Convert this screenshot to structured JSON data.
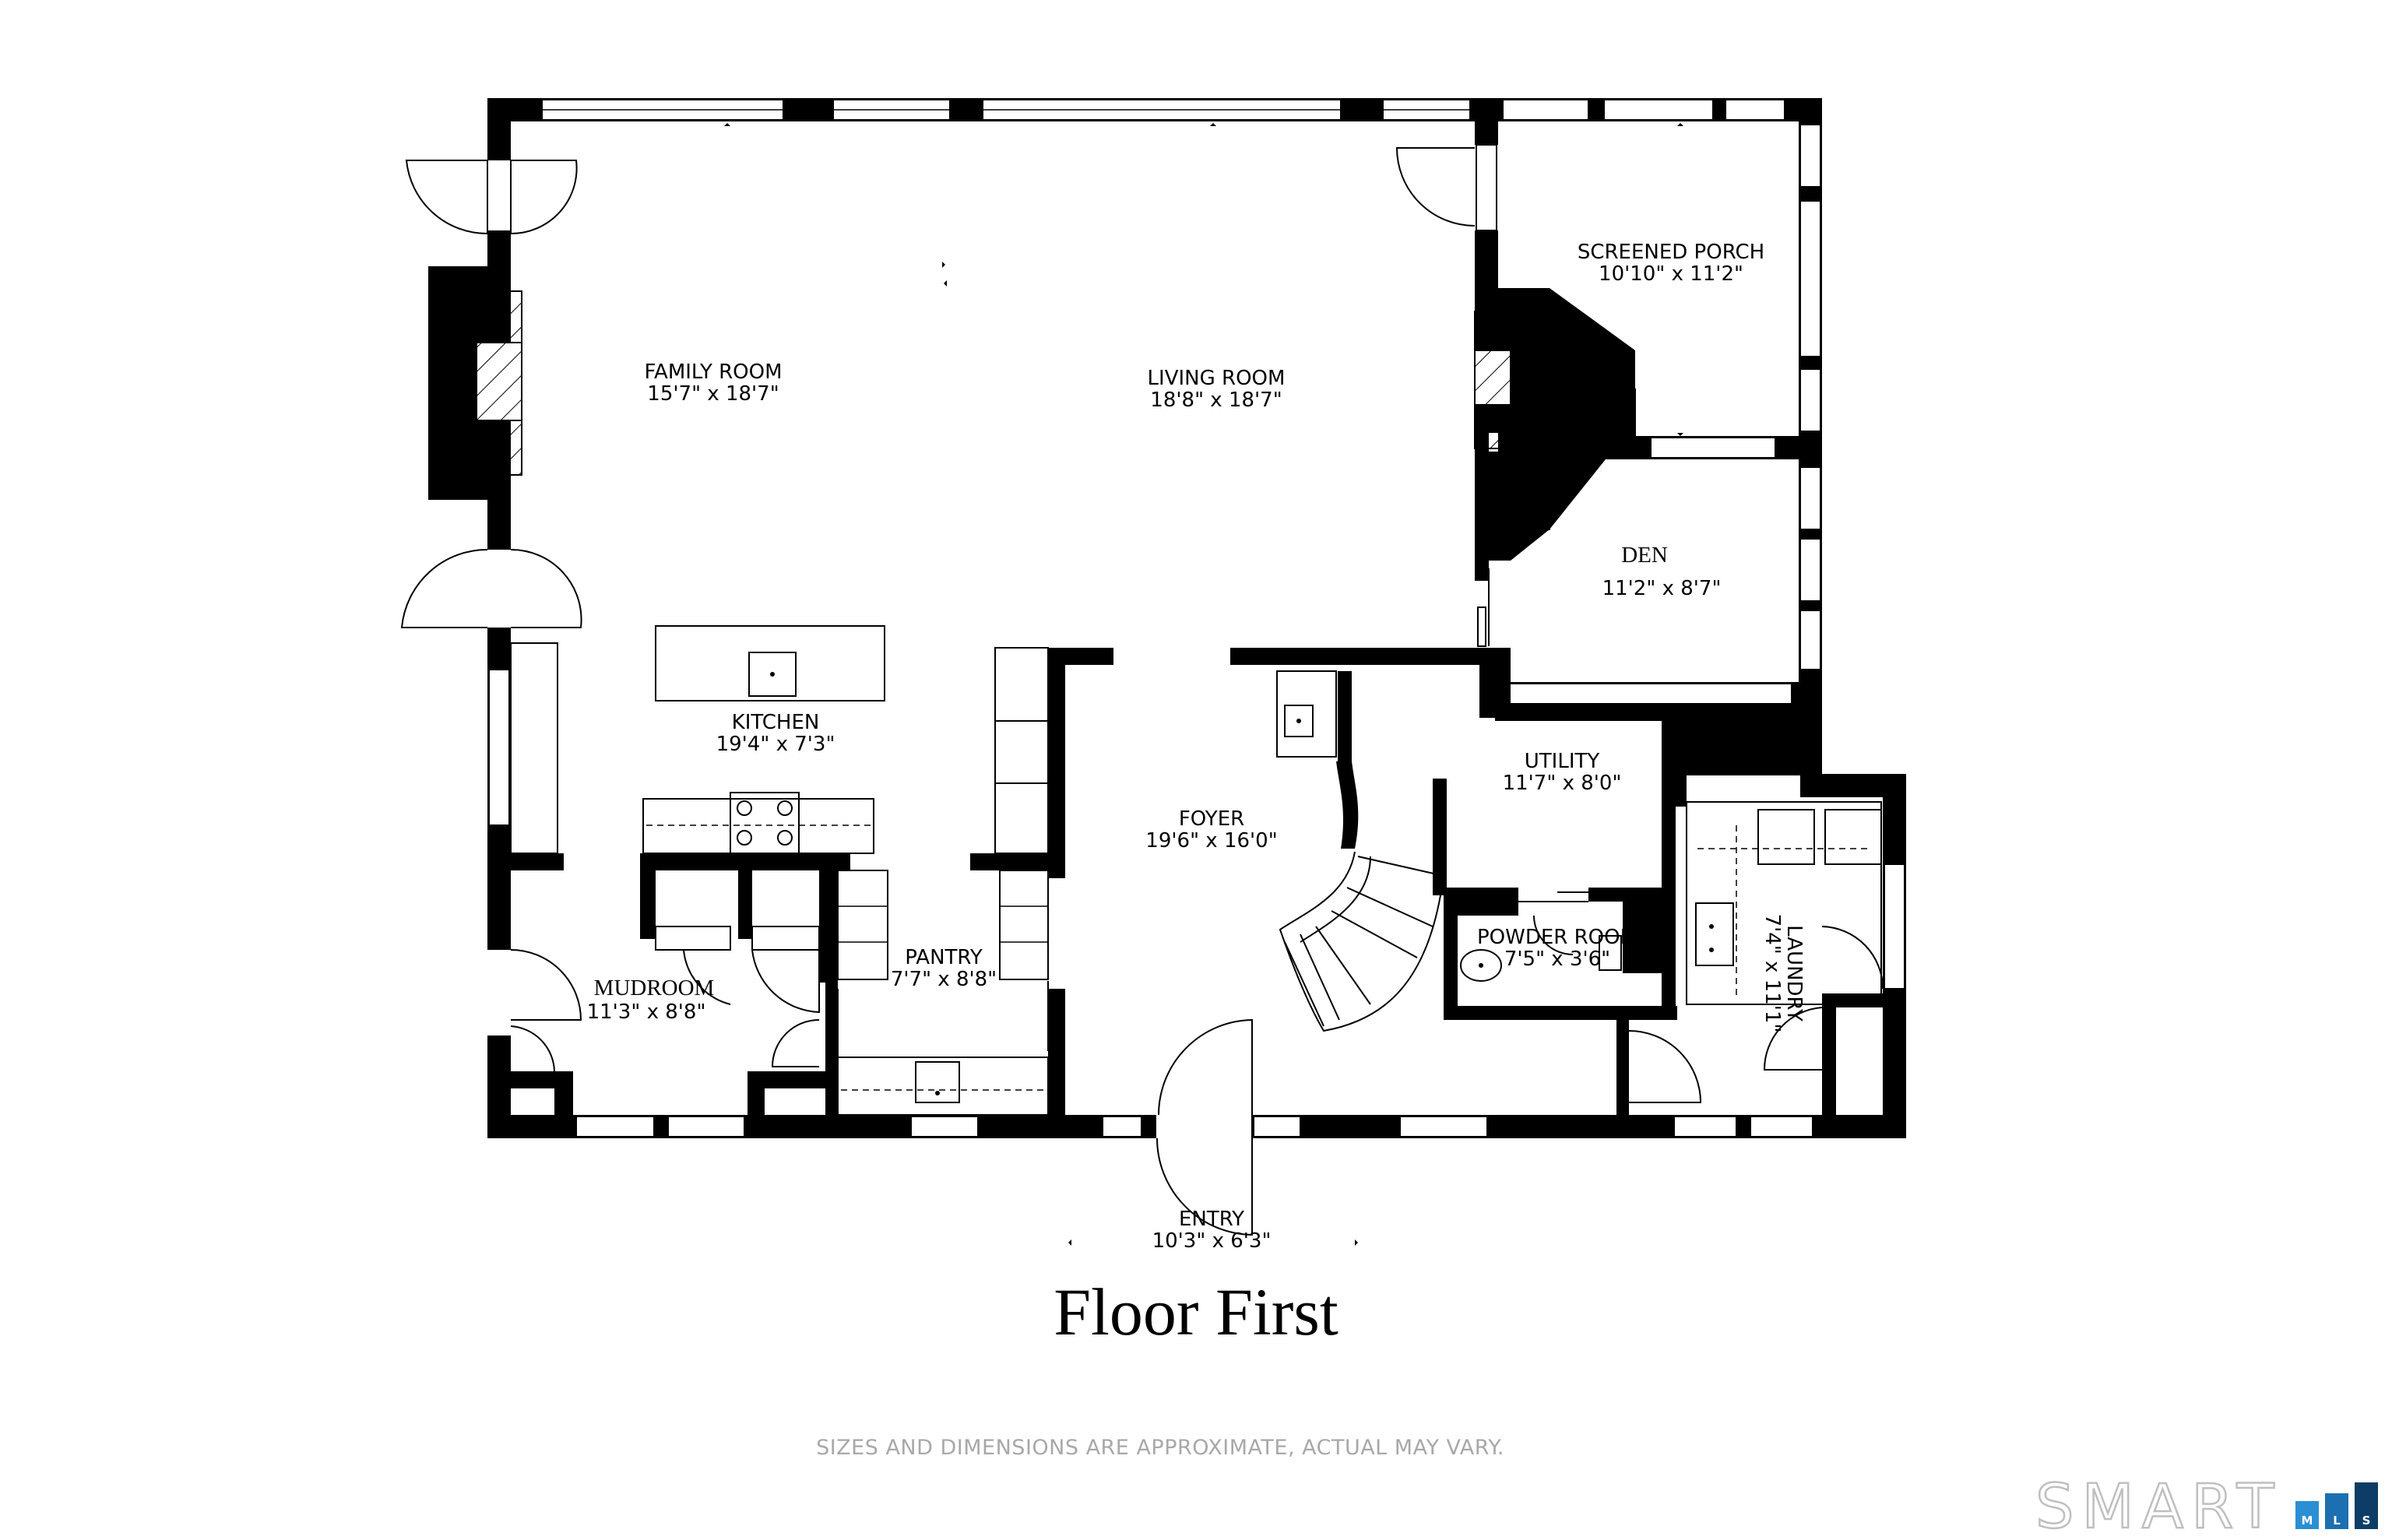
{
  "rooms": {
    "family_room": {
      "name": "FAMILY ROOM",
      "size": "15'7\" x 18'7\""
    },
    "living_room": {
      "name": "LIVING ROOM",
      "size": "18'8\" x 18'7\""
    },
    "screened_porch": {
      "name": "SCREENED PORCH",
      "size": "10'10\" x 11'2\""
    },
    "den": {
      "name": "DEN",
      "size": "11'2\" x 8'7\""
    },
    "kitchen": {
      "name": "KITCHEN",
      "size": "19'4\" x 7'3\""
    },
    "foyer": {
      "name": "FOYER",
      "size": "19'6\" x 16'0\""
    },
    "utility": {
      "name": "UTILITY",
      "size": "11'7\" x 8'0\""
    },
    "powder_room": {
      "name": "POWDER ROOM",
      "size": "7'5\" x 3'6\""
    },
    "laundry": {
      "name": "LAUNDRY",
      "size": "7'4\" x 11'1\""
    },
    "mudroom": {
      "name": "MUDROOM",
      "size": "11'3\" x 8'8\""
    },
    "pantry": {
      "name": "PANTRY",
      "size": "7'7\" x 8'8\""
    },
    "entry": {
      "name": "ENTRY",
      "size": "10'3\" x 6'3\""
    }
  },
  "floor_title": "Floor First",
  "disclaimer": "SIZES AND DIMENSIONS ARE APPROXIMATE, ACTUAL MAY VARY.",
  "logo": {
    "word": "SMART",
    "boxes": [
      "M",
      "L",
      "S"
    ],
    "box_colors": [
      "#2a8fd4",
      "#1c6fb0",
      "#0d3d66"
    ]
  }
}
